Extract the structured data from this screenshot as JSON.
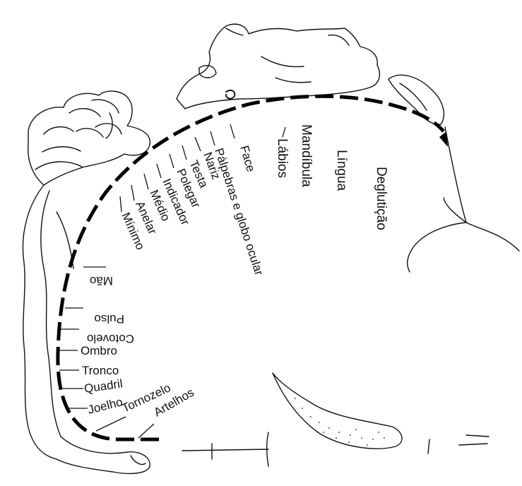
{
  "labels": {
    "artelhos": "Artelhos",
    "tornozelo": "Tornozelo",
    "joelho": "Joelho",
    "quadril": "Quadril",
    "tronco": "Tronco",
    "ombro": "Ombro",
    "cotovelo": "Cotovelo",
    "pulso": "Pulso",
    "mao": "Mão",
    "minimo": "Mínimo",
    "anelar": "Anelar",
    "medio": "Médio",
    "indicador": "Indicador",
    "polegar": "Polegar",
    "testa": "Testa",
    "nariz": "Nariz",
    "face": "Face",
    "palpebras": "Pálpebras e globo ocular",
    "labios": "Lábios",
    "mandibula": "Mandíbula",
    "lingua": "Língua",
    "degluticao": "Deglutição"
  }
}
